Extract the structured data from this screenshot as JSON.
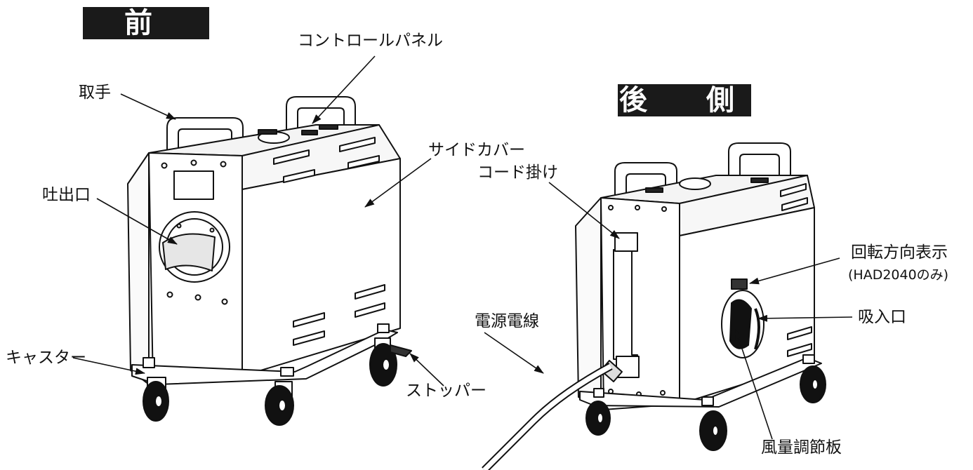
{
  "front": {
    "title": "前　側",
    "labels": {
      "control_panel": "コントロールパネル",
      "handle": "取手",
      "side_cover": "サイドカバー",
      "outlet": "吐出口",
      "caster": "キャスター",
      "stopper": "ストッパー"
    }
  },
  "rear": {
    "title": "後　側",
    "labels": {
      "cord_hook": "コード掛け",
      "rotation_indicator": "回転方向表示",
      "rotation_indicator_note": "(HAD2040のみ)",
      "inlet": "吸入口",
      "power_cord": "電源電線",
      "air_damper": "風量調節板"
    }
  }
}
